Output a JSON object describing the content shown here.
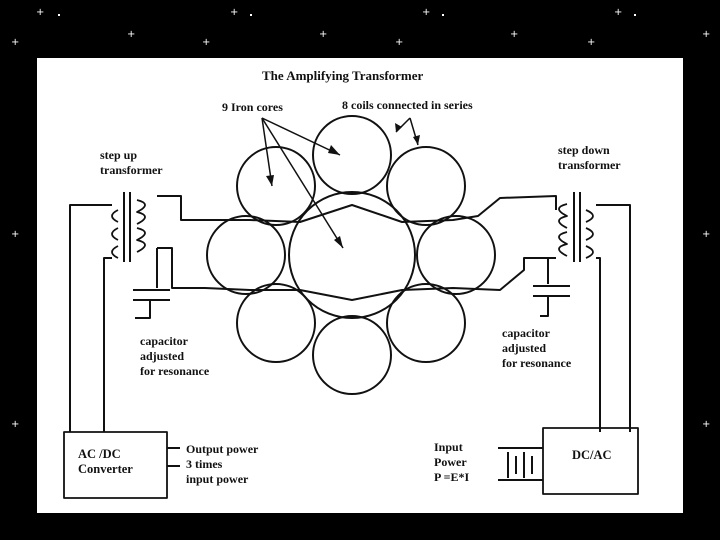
{
  "diagram": {
    "title": "The Amplifying Transformer",
    "labels": {
      "iron_cores": "9 Iron cores",
      "coils_series": "8 coils connected  in series",
      "step_up": [
        "step up",
        "transformer"
      ],
      "step_down": [
        "step down",
        "transformer"
      ],
      "capacitor_left": [
        "capacitor",
        "adjusted",
        "for resonance"
      ],
      "capacitor_right": [
        "capacitor",
        "adjusted",
        "for resonance"
      ],
      "acdc_box": [
        "AC /DC",
        "Converter"
      ],
      "output_power": [
        "Output power",
        "3 times",
        "input power"
      ],
      "input_power": [
        "Input",
        "Power",
        "P =E*I"
      ],
      "dcac_box": "DC/AC"
    }
  },
  "colors": {
    "background": "#000000",
    "paper": "#ffffff",
    "ink": "#111111"
  }
}
